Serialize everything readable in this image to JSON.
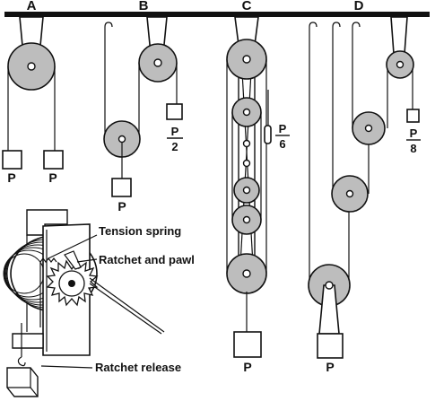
{
  "sections": {
    "a": {
      "letter": "A",
      "weight_left": "P",
      "weight_right": "P"
    },
    "b": {
      "letter": "B",
      "load": "P",
      "counter_num": "P",
      "counter_den": "2"
    },
    "c": {
      "letter": "C",
      "load": "P",
      "counter_num": "P",
      "counter_den": "6"
    },
    "d": {
      "letter": "D",
      "load": "P",
      "counter_num": "P",
      "counter_den": "8"
    }
  },
  "winch": {
    "tension_spring": "Tension spring",
    "ratchet_and_pawl": "Ratchet and pawl",
    "ratchet_release": "Ratchet release"
  },
  "colors": {
    "sheave": "#bdbdbd",
    "ink": "#111111",
    "paper": "#ffffff"
  }
}
